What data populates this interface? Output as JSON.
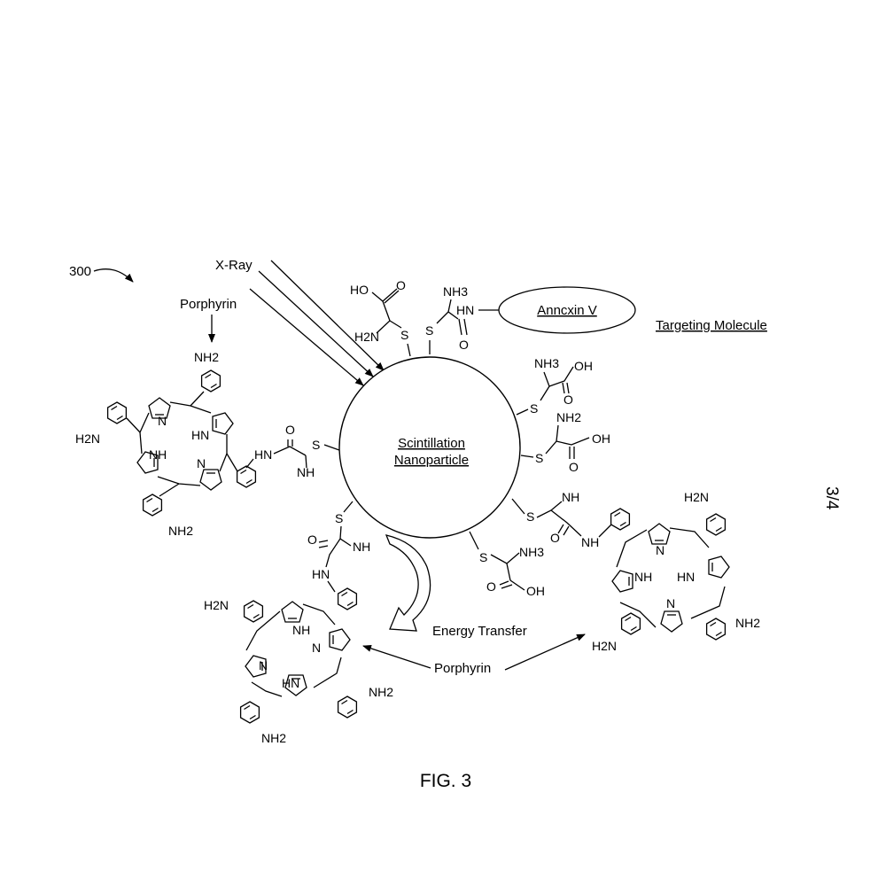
{
  "figure": {
    "ref_number": "300",
    "page_number": "3/4",
    "caption": "FIG. 3",
    "xray_label": "X-Ray",
    "porphyrin_label_top": "Porphyrin",
    "porphyrin_label_bottom": "Porphyrin",
    "energy_transfer_label": "Energy Transfer",
    "targeting_label": "Targeting Molecule",
    "annexin_label": "Anncxin V",
    "nanoparticle_line1": "Scintillation",
    "nanoparticle_line2": "Nanoparticle"
  },
  "atoms": {
    "ho": "HO",
    "oh": "OH",
    "o": "O",
    "s": "S",
    "n": "N",
    "nh": "NH",
    "hn": "HN",
    "nh2": "NH2",
    "h2n": "H2N",
    "nh3": "NH3"
  },
  "colors": {
    "ink": "#000000",
    "paper": "#ffffff"
  }
}
